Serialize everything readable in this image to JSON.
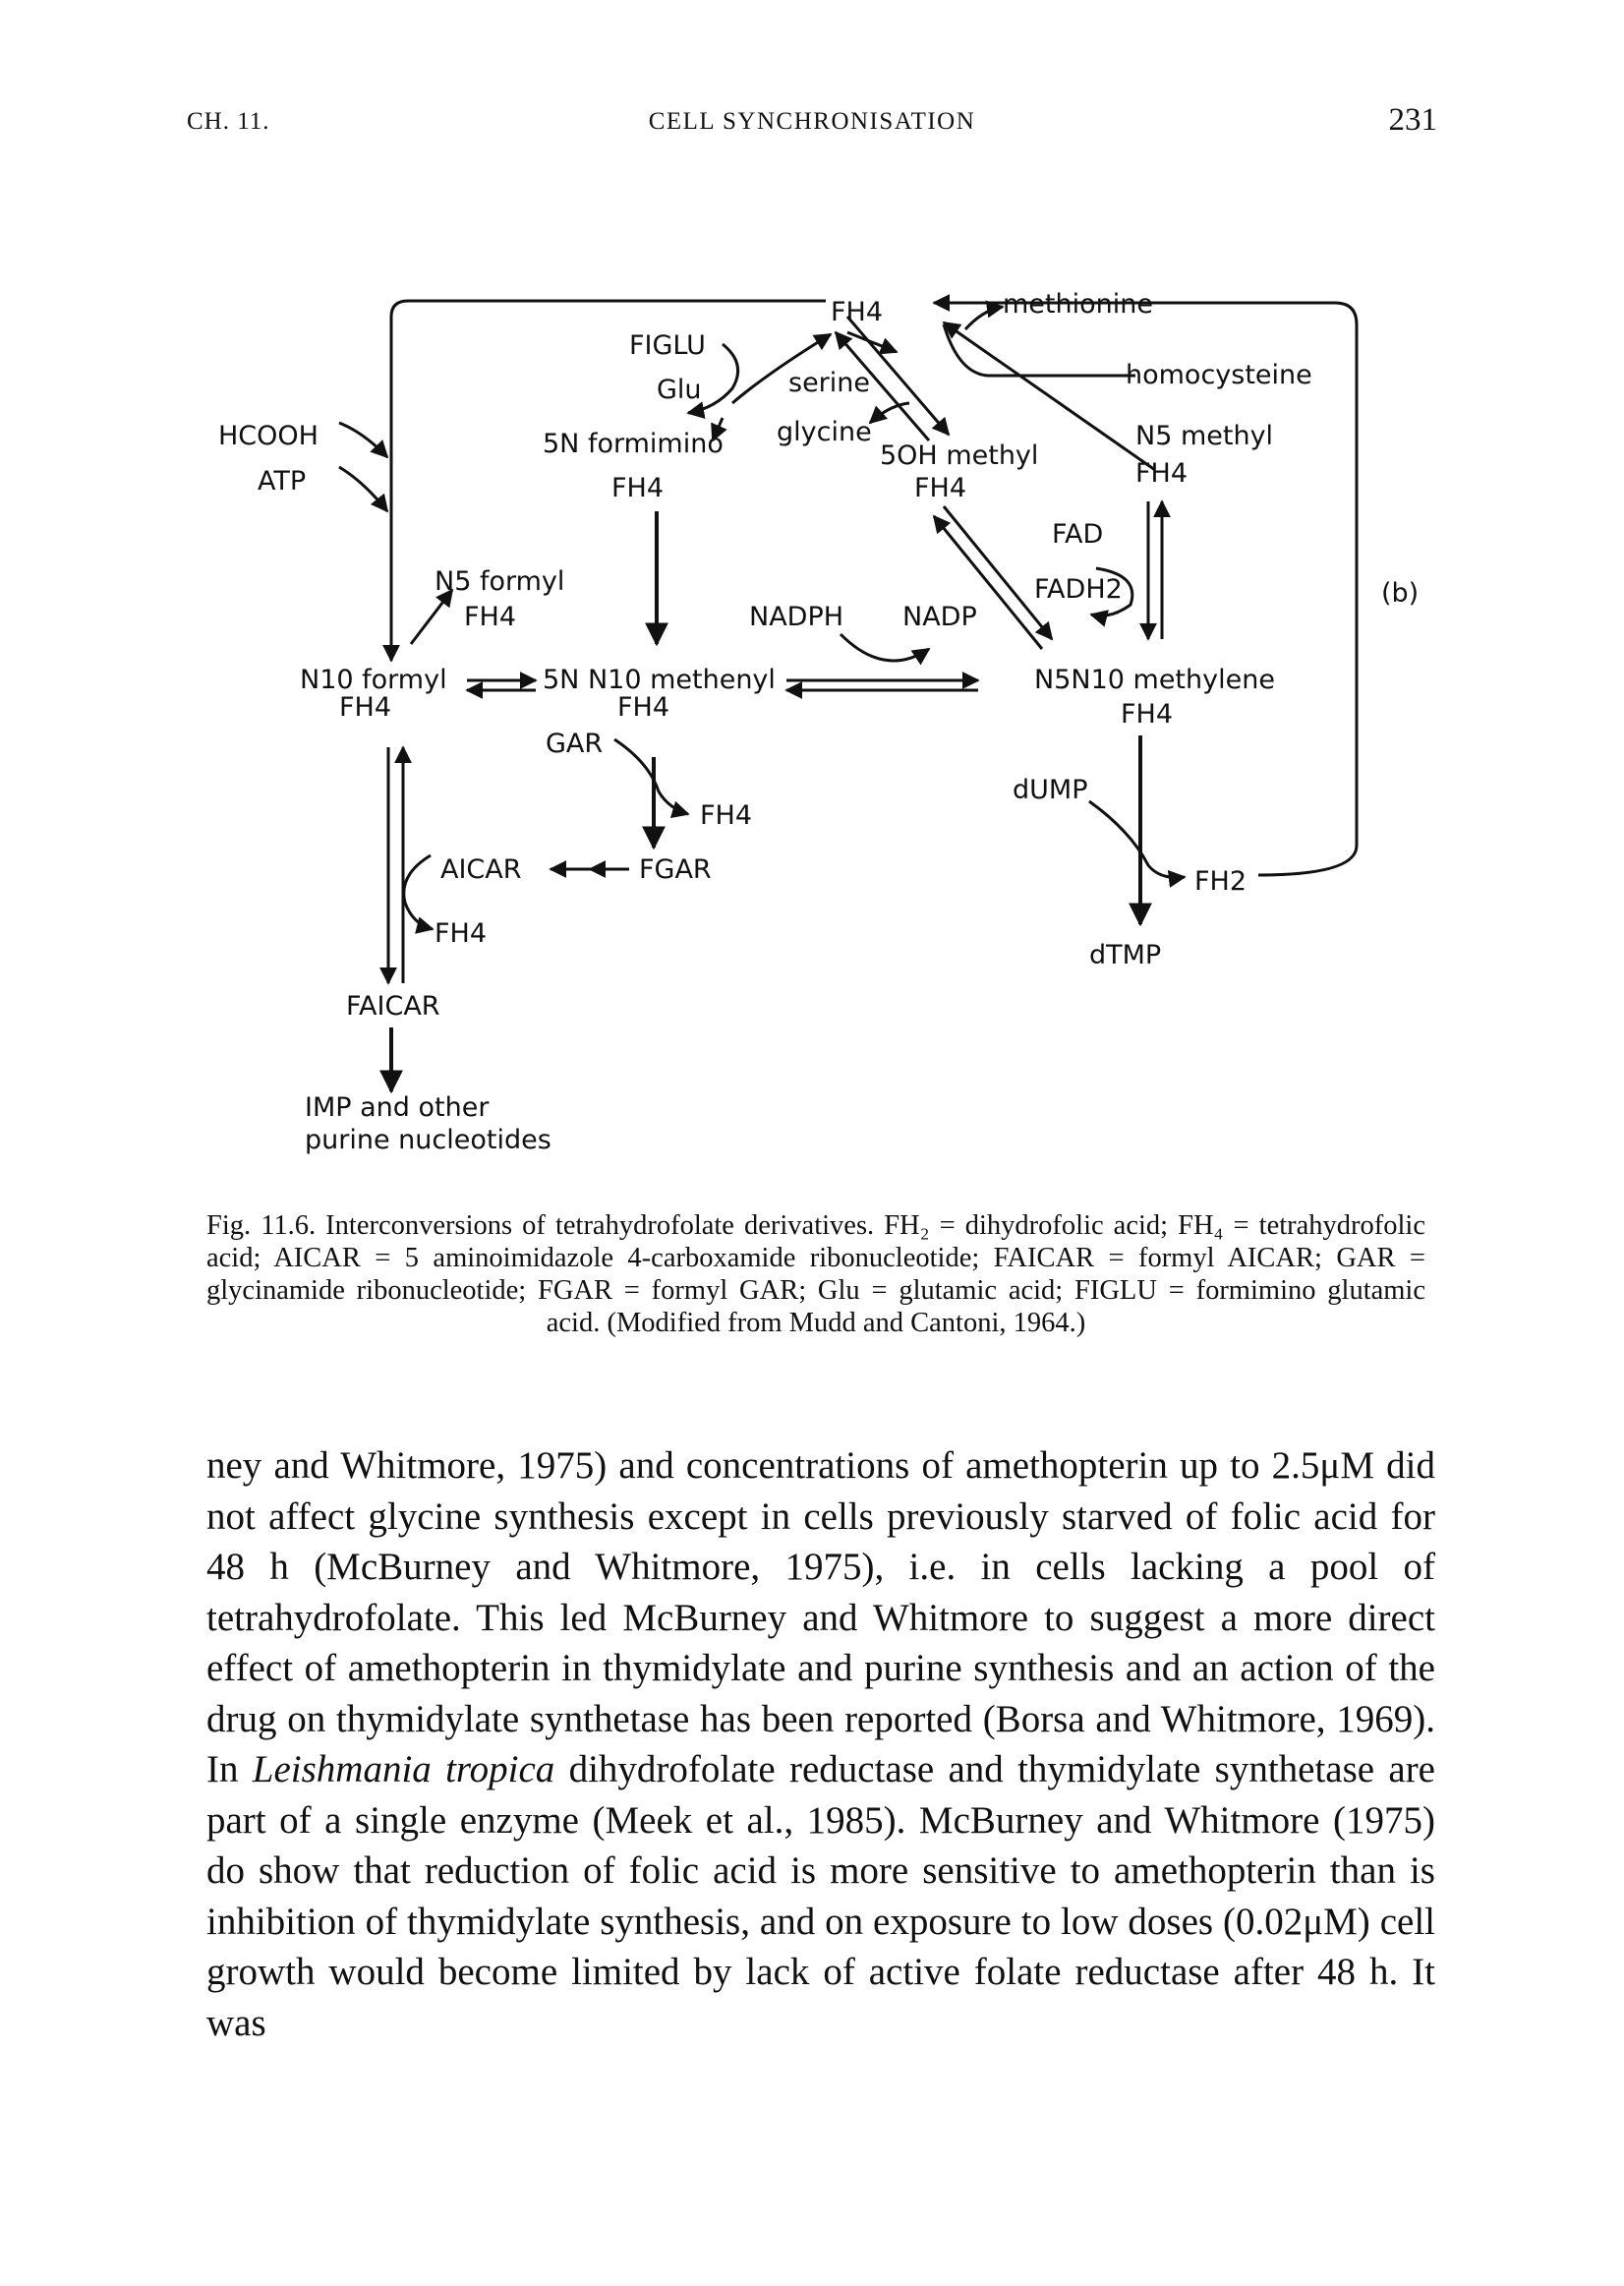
{
  "header": {
    "chapter": "CH. 11.",
    "title": "CELL SYNCHRONISATION",
    "page_number": "231"
  },
  "figure": {
    "panel_label": "(b)",
    "nodes": {
      "fh4_top": "FH4",
      "methionine": "methionine",
      "homocysteine": "homocysteine",
      "figlu": "FIGLU",
      "glu": "Glu",
      "serine": "serine",
      "glycine": "glycine",
      "hcooh": "HCOOH",
      "atp": "ATP",
      "n5_formimino": "5N formimino",
      "n5_formimino_fh4": "FH4",
      "oh5_methyl": "5OH methyl",
      "oh5_methyl_fh4": "FH4",
      "n5_methyl": "N5 methyl",
      "n5_methyl_fh4": "FH4",
      "fad": "FAD",
      "fadh2": "FADH2",
      "n5_formyl": "N5 formyl",
      "n5_formyl_fh4": "FH4",
      "nadph": "NADPH",
      "nadp": "NADP",
      "n10_formyl": "N10 formyl",
      "n10_formyl_fh4": "FH4",
      "n5n10_methenyl": "5N N10 methenyl",
      "n5n10_methenyl_fh4": "FH4",
      "n5n10_methylene": "N5N10 methylene",
      "n5n10_methylene_fh4": "FH4",
      "gar": "GAR",
      "fh4_gar": "FH4",
      "aicar": "AICAR",
      "fgar": "FGAR",
      "fh4_aicar": "FH4",
      "faicar": "FAICAR",
      "dump": "dUMP",
      "fh2": "FH2",
      "dtmp": "dTMP",
      "imp_line1": "IMP and other",
      "imp_line2": "purine nucleotides"
    }
  },
  "caption": "Fig. 11.6. Interconversions of tetrahydrofolate derivatives. FH₂ = dihydrofolic acid; FH₄ = tetrahydrofolic acid; AICAR = 5 aminoimidazole 4-carboxamide ribonucleotide; FAICAR = formyl AICAR; GAR = glycinamide ribonucleotide; FGAR = formyl GAR; Glu = glutamic acid; FIGLU = formimino glutamic acid. (Modified from Mudd and Cantoni, 1964.)",
  "body": {
    "text_before_italic": "ney and Whitmore, 1975) and concentrations of amethopterin up to 2.5μM did not affect glycine synthesis except in cells previously starved of folic acid for 48 h (McBurney and Whitmore, 1975), i.e. in cells lacking a pool of tetrahydrofolate. This led McBurney and Whitmore to suggest a more direct effect of amethopterin in thymidylate and purine synthesis and an action of the drug on thymidylate synthetase has been reported (Borsa and Whitmore, 1969). In ",
    "italic": "Leishmania tropica",
    "text_after_italic": " dihydrofolate reductase and thymidylate synthetase are part of a single enzyme (Meek et al., 1985). McBurney and Whitmore (1975) do show that reduction of folic acid is more sensitive to amethopterin than is inhibition of thymidylate synthesis, and on exposure to low doses (0.02μM) cell growth would become limited by lack of active folate reductase after 48 h. It was"
  }
}
